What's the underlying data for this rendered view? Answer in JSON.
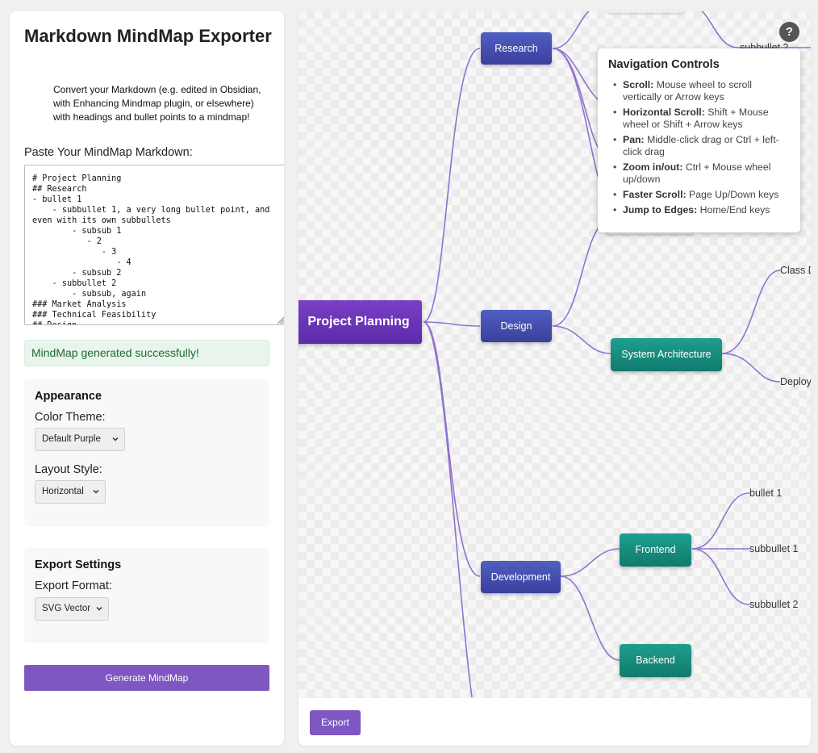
{
  "sidebar": {
    "title": "Markdown MindMap Exporter",
    "description": "Convert your Markdown (e.g. edited in Obsidian, with Enhancing Mindmap plugin, or elsewhere) with headings and bullet points to a mindmap!",
    "paste_label": "Paste Your MindMap Markdown:",
    "markdown": "# Project Planning\n## Research\n- bullet 1\n    - subbullet 1, a very long bullet point, and even with its own subbullets\n        - subsub 1\n           - 2\n              - 3\n                 - 4\n        - subsub 2\n    - subbullet 2\n        - subsub, again\n### Market Analysis\n### Technical Feasibility\n## Design",
    "status": "MindMap generated successfully!",
    "appearance": {
      "heading": "Appearance",
      "color_theme_label": "Color Theme:",
      "color_theme_value": "Default Purple",
      "layout_label": "Layout Style:",
      "layout_value": "Horizontal"
    },
    "export": {
      "heading": "Export Settings",
      "format_label": "Export Format:",
      "format_value": "SVG Vector"
    },
    "generate_label": "Generate MindMap"
  },
  "mindmap": {
    "root": "Project Planning",
    "level1": [
      "Research",
      "Design",
      "Development"
    ],
    "level2": [
      "System Architecture",
      "Frontend",
      "Backend"
    ],
    "leaves": [
      "subbullet 2",
      "Class D",
      "Deploy",
      "bullet 1",
      "subbullet 1",
      "subbullet 2"
    ],
    "colors": {
      "root": "#6a34b8",
      "level1": "#4549ad",
      "level2": "#179080",
      "edge": "#9272d0"
    }
  },
  "help": {
    "icon": "question-icon",
    "label": "?",
    "title": "Navigation Controls",
    "items": [
      {
        "key": "Scroll:",
        "text": "Mouse wheel to scroll vertically or Arrow keys"
      },
      {
        "key": "Horizontal Scroll:",
        "text": "Shift + Mouse wheel or Shift + Arrow keys"
      },
      {
        "key": "Pan:",
        "text": "Middle-click drag or Ctrl + left-click drag"
      },
      {
        "key": "Zoom in/out:",
        "text": "Ctrl + Mouse wheel up/down"
      },
      {
        "key": "Faster Scroll:",
        "text": "Page Up/Down keys"
      },
      {
        "key": "Jump to Edges:",
        "text": "Home/End keys"
      }
    ]
  },
  "footer": {
    "export_label": "Export"
  }
}
